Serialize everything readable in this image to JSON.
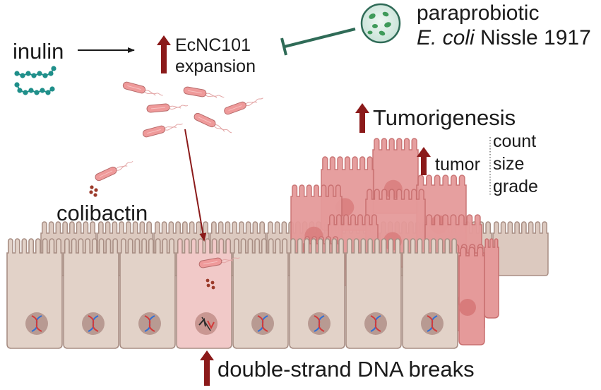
{
  "labels": {
    "inulin": "inulin",
    "ecn_line1": "EcNC101",
    "ecn_line2": "expansion",
    "para_line1": "paraprobiotic",
    "para_ecoli": "E. coli",
    "para_nissle": " Nissle 1917",
    "tumorigenesis": "Tumorigenesis",
    "tumor": "tumor",
    "tumor_attrs": [
      "count",
      "size",
      "grade"
    ],
    "colibactin": "colibactin",
    "dsb": "double-strand DNA breaks"
  },
  "colors": {
    "arrow_red": "#8b1a1a",
    "inhibit_green": "#2f6b57",
    "inulin_teal": "#1f8f8a",
    "cell_beige": "#e2d2c8",
    "cell_outline": "#a88e84",
    "tumor_pink": "#e59a9a",
    "tumor_outline": "#c86f6f",
    "bacteria_pink": "#ef9a9a",
    "nucleus": "#b89a92"
  },
  "icons": [
    "inulin-chain-icon",
    "bacterium-icon",
    "nissle-bacteria-icon",
    "colibactin-dots-icon",
    "dna-helix-icon",
    "damaged-dna-icon"
  ]
}
